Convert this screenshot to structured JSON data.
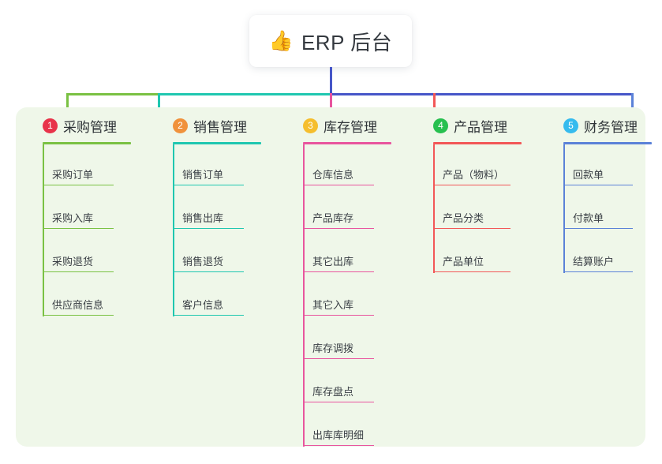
{
  "root": {
    "icon": "thumbs-up-icon",
    "emoji": "👍",
    "title": "ERP 后台"
  },
  "theme": {
    "panel_bg": "#eff7e9",
    "page_bg": "#ffffff",
    "text": "#2f3438",
    "trunk_color": "#4656c8"
  },
  "columns": [
    {
      "number": "1",
      "title": "采购管理",
      "badge_color": "#e8334a",
      "line_color": "#7ac143",
      "items": [
        {
          "label": "采购订单"
        },
        {
          "label": "采购入库"
        },
        {
          "label": "采购退货"
        },
        {
          "label": "供应商信息"
        }
      ]
    },
    {
      "number": "2",
      "title": "销售管理",
      "badge_color": "#f0923c",
      "line_color": "#1fc7b0",
      "items": [
        {
          "label": "销售订单"
        },
        {
          "label": "销售出库"
        },
        {
          "label": "销售退货"
        },
        {
          "label": "客户信息"
        }
      ]
    },
    {
      "number": "3",
      "title": "库存管理",
      "badge_color": "#f5be2d",
      "line_color": "#e8559e",
      "items": [
        {
          "label": "仓库信息"
        },
        {
          "label": "产品库存"
        },
        {
          "label": "其它出库"
        },
        {
          "label": "其它入库"
        },
        {
          "label": "库存调拨"
        },
        {
          "label": "库存盘点"
        },
        {
          "label": "出库库明细"
        }
      ]
    },
    {
      "number": "4",
      "title": "产品管理",
      "badge_color": "#27c04f",
      "line_color": "#f25757",
      "items": [
        {
          "label": "产品（物料）"
        },
        {
          "label": "产品分类"
        },
        {
          "label": "产品单位"
        }
      ]
    },
    {
      "number": "5",
      "title": "财务管理",
      "badge_color": "#35bbee",
      "line_color": "#5b82d8",
      "items": [
        {
          "label": "回款单"
        },
        {
          "label": "付款单"
        },
        {
          "label": "结算账户"
        }
      ]
    }
  ]
}
